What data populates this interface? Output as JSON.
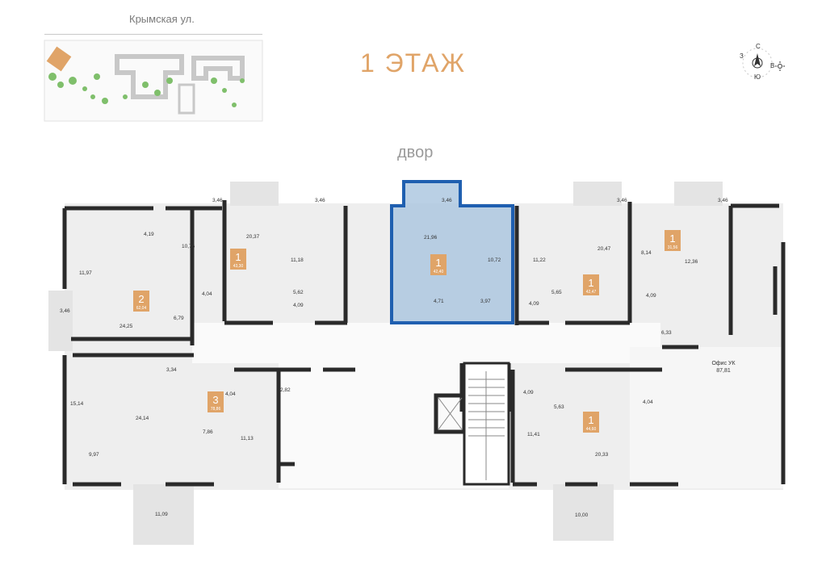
{
  "header": {
    "street": "Крымская ул.",
    "floor_title": "1 ЭТАЖ",
    "yard": "двор"
  },
  "compass": {
    "n": "С",
    "w": "З",
    "e": "В",
    "s": "Ю"
  },
  "apartments": [
    {
      "id": "apt-2-rooms",
      "rooms": "2",
      "area": "62,04",
      "badge_color": "#e0a468",
      "selected": false
    },
    {
      "id": "apt-1-a",
      "rooms": "1",
      "area": "43,30",
      "badge_color": "#e0a468",
      "selected": false
    },
    {
      "id": "apt-1-selected",
      "rooms": "1",
      "area": "42,40",
      "badge_color": "#e0a468",
      "selected": true
    },
    {
      "id": "apt-1-b",
      "rooms": "1",
      "area": "42,47",
      "badge_color": "#e0a468",
      "selected": false
    },
    {
      "id": "apt-1-c",
      "rooms": "1",
      "area": "31,56",
      "badge_color": "#e0a468",
      "selected": false
    },
    {
      "id": "apt-3-rooms",
      "rooms": "3",
      "area": "78,86",
      "badge_color": "#e0a468",
      "selected": false
    },
    {
      "id": "apt-1-d",
      "rooms": "1",
      "area": "44,60",
      "badge_color": "#e0a468",
      "selected": false
    }
  ],
  "room_labels": [
    "3,46",
    "4,19",
    "10,76",
    "11,97",
    "4,04",
    "6,79",
    "24,25",
    "3,46",
    "20,37",
    "11,18",
    "5,62",
    "4,09",
    "3,46",
    "3,46",
    "21,96",
    "10,72",
    "4,71",
    "3,97",
    "11,22",
    "5,65",
    "4,09",
    "20,47",
    "3,46",
    "3,46",
    "8,14",
    "12,36",
    "4,09",
    "6,33",
    "3,34",
    "15,14",
    "24,14",
    "9,97",
    "4,04",
    "7,86",
    "11,13",
    "2,82",
    "11,09",
    "4,09",
    "5,63",
    "11,41",
    "4,04",
    "20,33",
    "10,00"
  ],
  "office": {
    "name": "Офис УК",
    "area": "87,81"
  },
  "colors": {
    "accent": "#e0a468",
    "selection": "#1f5fb0",
    "wall": "#2a2a2a",
    "floor": "#e9e9e9"
  }
}
